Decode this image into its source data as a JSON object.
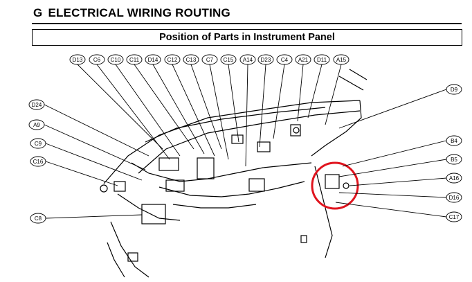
{
  "header": {
    "section_letter": "G",
    "title": "ELECTRICAL WIRING ROUTING"
  },
  "diagram": {
    "subtitle": "Position of Parts in Instrument Panel",
    "connectors": [
      "D13",
      "C6",
      "C10",
      "C11",
      "D14",
      "C12",
      "C13",
      "C7",
      "C15",
      "A14",
      "D23",
      "C4",
      "A21",
      "D11",
      "A15",
      "D9",
      "D24",
      "A9",
      "C9",
      "C16",
      "C8",
      "B4",
      "B5",
      "A16",
      "D16",
      "C17"
    ],
    "highlight_color": "#e0141e"
  }
}
